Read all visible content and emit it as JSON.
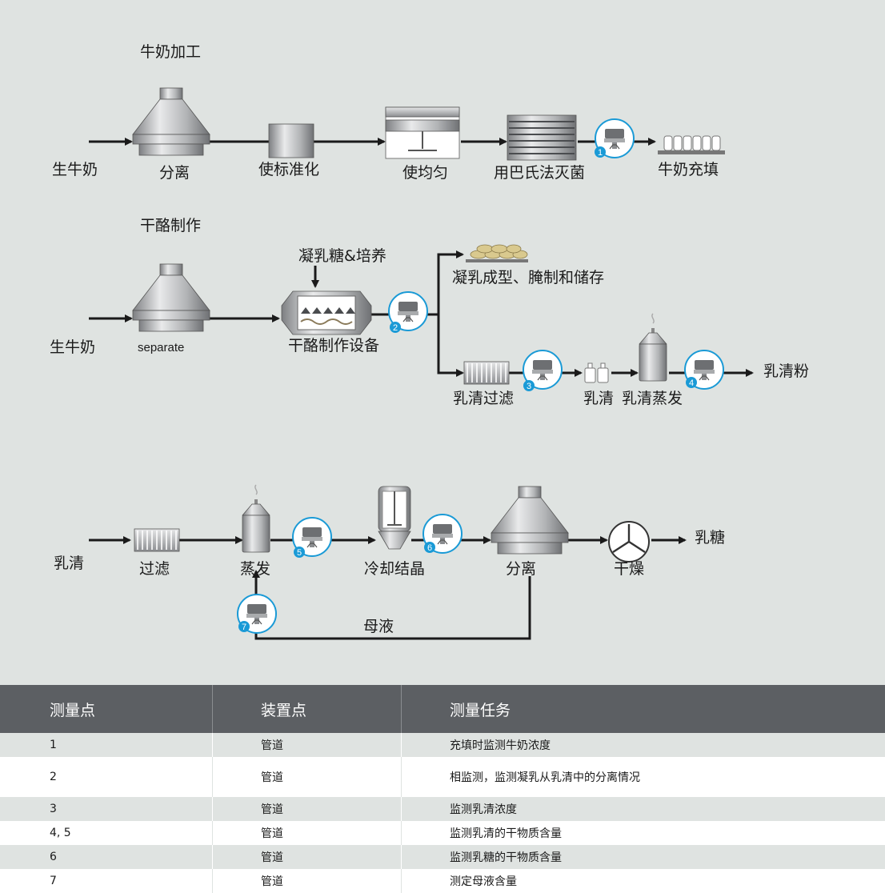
{
  "colors": {
    "background": "#dfe3e1",
    "header": "#5c5f63",
    "accent": "#1a9ad6"
  },
  "sections": {
    "milk": {
      "title": "牛奶加工",
      "input": "生牛奶",
      "steps": [
        "分离",
        "使标准化",
        "使均匀",
        "用巴氏法灭菌",
        "牛奶充填"
      ]
    },
    "cheese": {
      "title": "干酪制作",
      "input": "生牛奶",
      "separator": "separate",
      "additive": "凝乳糖&培养",
      "equipment": "干酪制作设备",
      "curd_output": "凝乳成型、腌制和储存",
      "whey_filter": "乳清过滤",
      "whey": "乳清",
      "whey_evap": "乳清蒸发",
      "whey_powder": "乳清粉"
    },
    "lactose": {
      "input": "乳清",
      "filter": "过滤",
      "evap": "蒸发",
      "crystal": "冷却结晶",
      "separator": "分离",
      "dry": "干燥",
      "output": "乳糖",
      "mother_liquor": "母液"
    }
  },
  "sensors": [
    "1",
    "2",
    "3",
    "4",
    "5",
    "6",
    "7"
  ],
  "table": {
    "headers": [
      "测量点",
      "装置点",
      "测量任务"
    ],
    "rows": [
      {
        "point": "1",
        "location": "管道",
        "task": "充填时监测牛奶浓度"
      },
      {
        "point": "2",
        "location": "管道",
        "task": "相监测，监测凝乳从乳清中的分离情况"
      },
      {
        "point": "3",
        "location": "管道",
        "task": "监测乳清浓度"
      },
      {
        "point": "4, 5",
        "location": "管道",
        "task": "监测乳清的干物质含量"
      },
      {
        "point": "6",
        "location": "管道",
        "task": "监测乳糖的干物质含量"
      },
      {
        "point": "7",
        "location": "管道",
        "task": "测定母液含量"
      }
    ]
  }
}
